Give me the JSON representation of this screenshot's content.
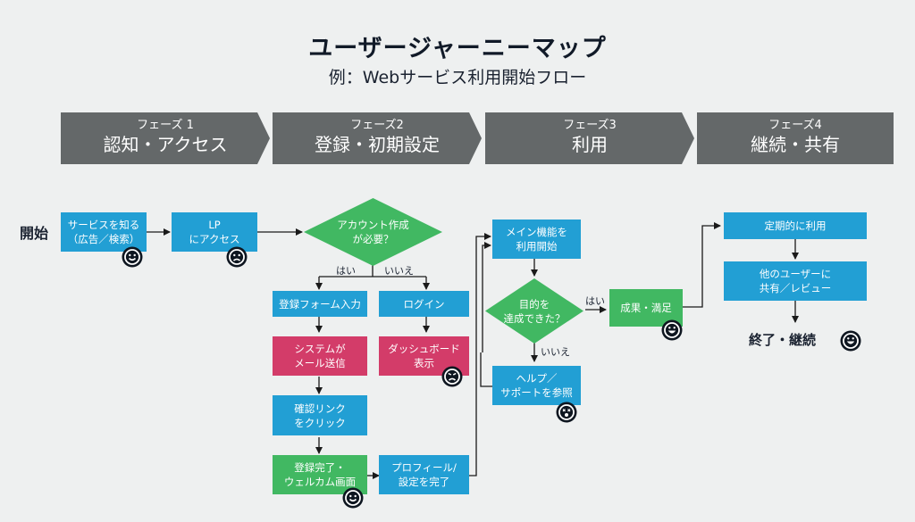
{
  "header": {
    "title": "ユーザージャーニーマップ",
    "subtitle": "例：Webサービス利用開始フロー"
  },
  "phases": [
    {
      "number": "フェーズ 1",
      "title": "認知・アクセス"
    },
    {
      "number": "フェーズ2",
      "title": "登録・初期設定"
    },
    {
      "number": "フェーズ3",
      "title": "利用"
    },
    {
      "number": "フェーズ4",
      "title": "継続・共有"
    }
  ],
  "flow": {
    "start_label": "開始",
    "end_label": "終了・継続",
    "nodes": {
      "know_service": {
        "text": "サービスを知る\n（広告／検索）",
        "type": "step",
        "emotion": "happy-icon"
      },
      "access_lp": {
        "text": "LP\nにアクセス",
        "type": "step",
        "emotion": "sad-icon"
      },
      "need_account": {
        "text": "アカウント作成\nが必要？",
        "type": "decision"
      },
      "register_form": {
        "text": "登録フォーム入力",
        "type": "step"
      },
      "login": {
        "text": "ログイン",
        "type": "step"
      },
      "system_mail": {
        "text": "システムが\nメール送信",
        "type": "pain-point"
      },
      "dashboard": {
        "text": "ダッシュボード\n表示",
        "type": "pain-point",
        "emotion": "angry-icon"
      },
      "confirm_link": {
        "text": "確認リンク\nをクリック",
        "type": "step"
      },
      "register_done": {
        "text": "登録完了・\nウェルカム画面",
        "type": "success",
        "emotion": "happy-icon"
      },
      "profile_setup": {
        "text": "プロフィール/\n設定を完了",
        "type": "step"
      },
      "main_feature": {
        "text": "メイン機能を\n利用開始",
        "type": "step"
      },
      "goal_achieved": {
        "text": "目的を\n達成できた？",
        "type": "decision"
      },
      "result_satisfied": {
        "text": "成果・満足",
        "type": "success",
        "emotion": "grin-icon"
      },
      "help_support": {
        "text": "ヘルプ／\nサポートを参照",
        "type": "step",
        "emotion": "shocked-icon"
      },
      "regular_use": {
        "text": "定期的に利用",
        "type": "step"
      },
      "share_review": {
        "text": "他のユーザーに\n共有／レビュー",
        "type": "step"
      }
    },
    "branch_labels": {
      "account_yes": "はい",
      "account_no": "いいえ",
      "goal_yes": "はい",
      "goal_no": "いいえ"
    },
    "end_emotion": "grin-icon"
  },
  "colors": {
    "background": "#eef0f0",
    "phase": "#646869",
    "step": "#229fd4",
    "pain_point": "#d33c69",
    "success_decision": "#41b862",
    "line": "#1a1a1a"
  }
}
